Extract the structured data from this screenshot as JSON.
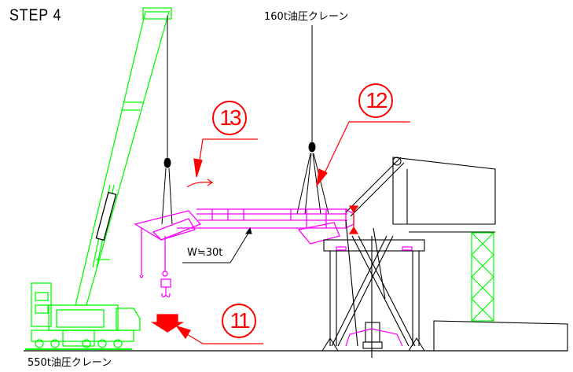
{
  "title": "STEP 4",
  "labels": {
    "crane_160": "160t油圧クレーン",
    "crane_550": "550t油圧クレーン",
    "weight": "W≒30t"
  },
  "steps": {
    "s11": "11",
    "s12": "12",
    "s13": "13"
  },
  "colors": {
    "crane": "#00ff00",
    "boom": "#ff00ff",
    "annotation": "#ff0000",
    "structure": "#000000"
  }
}
